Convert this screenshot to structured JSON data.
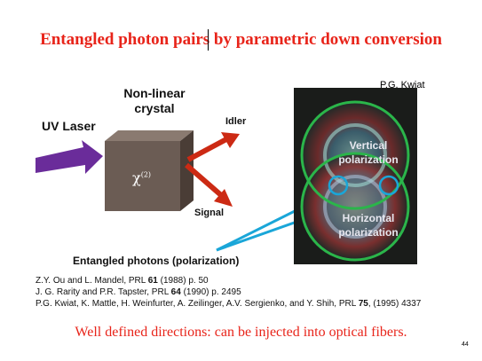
{
  "slide": {
    "title": "Entangled photon pairs by parametric down conversion",
    "credit": "P.G. Kwiat",
    "page_number": "44",
    "bottom_note": "Well defined directions: can be injected into optical fibers."
  },
  "diagram": {
    "crystal_label_line1": "Non-linear",
    "crystal_label_line2": "crystal",
    "laser_label": "UV Laser",
    "idler_label": "Idler",
    "signal_label": "Signal",
    "chi_symbol": "χ",
    "chi_order": "(2)",
    "photons_label": "Entangled photons (polarization)",
    "vertical_line1": "Vertical",
    "vertical_line2": "polarization",
    "horizontal_line1": "Horizontal",
    "horizontal_line2": "polarization"
  },
  "references": [
    {
      "pre": "Z.Y. Ou and L. Mandel, PRL ",
      "vol": "61",
      "post": " (1988) p. 50"
    },
    {
      "pre": "J. G. Rarity and P.R. Tapster, PRL ",
      "vol": "64",
      "post": " (1990) p. 2495"
    },
    {
      "pre": "P.G. Kwiat, K. Mattle, H. Weinfurter, A. Zeilinger, A.V. Sergienko, and Y. Shih, PRL ",
      "vol": "75",
      "post": ", (1995) 4337"
    }
  ],
  "colors": {
    "title": "#e8241a",
    "laser_arrow": "#6a2c9a",
    "beam_arrows": "#cc2a14",
    "pointer_lines": "#1aa6d8",
    "cone_rings": "#2bb54a"
  }
}
